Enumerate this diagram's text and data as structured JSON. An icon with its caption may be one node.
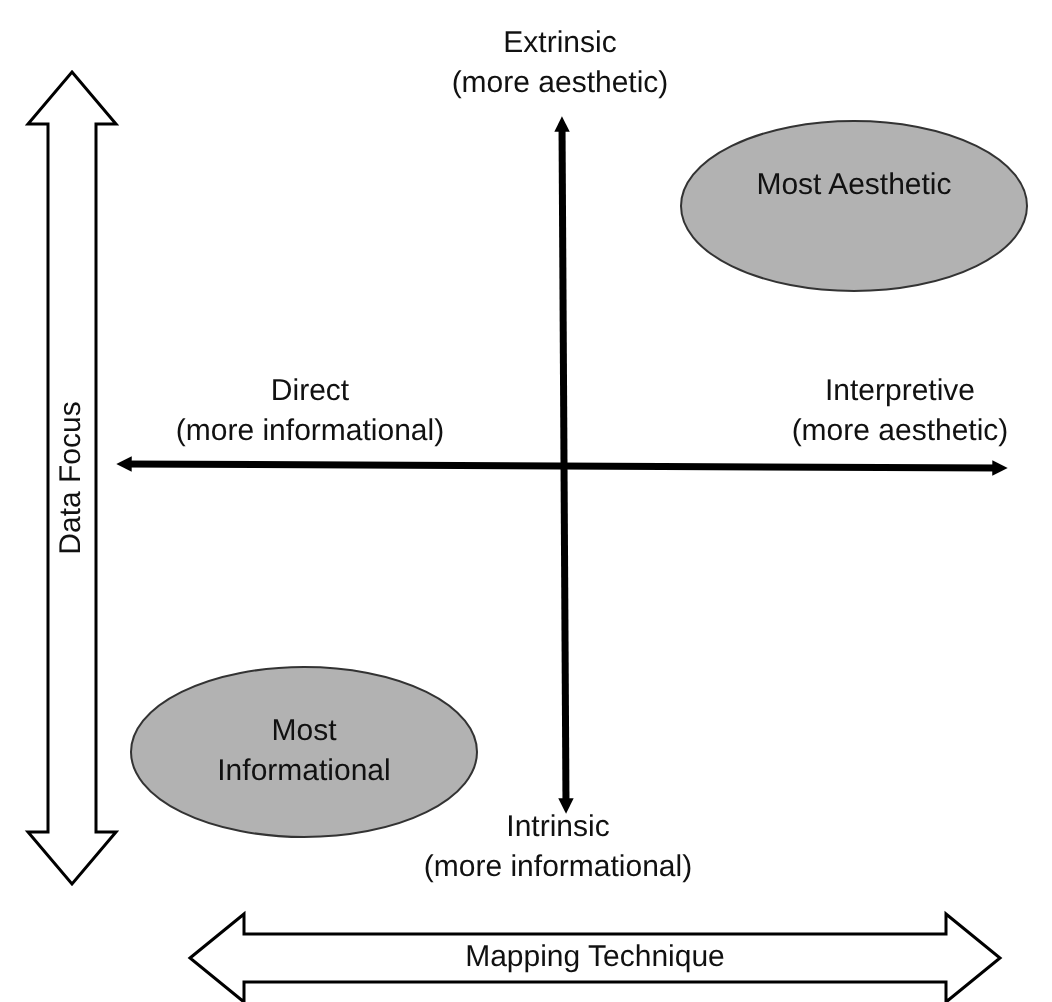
{
  "diagram": {
    "nodes": [
      {
        "text": [
          "Most Aesthetic"
        ]
      },
      {
        "text": [
          "Data Focus"
        ]
      },
      {
        "text": [
          "Most Informational"
        ]
      },
      {
        "text": [
          "Mapping Technique"
        ]
      }
    ],
    "labels": [
      "Extrinsic (more aesthetic)",
      "Direct (more informational)",
      "Interpretive (more aesthetic)",
      "Intrinsic (more informational)"
    ]
  }
}
